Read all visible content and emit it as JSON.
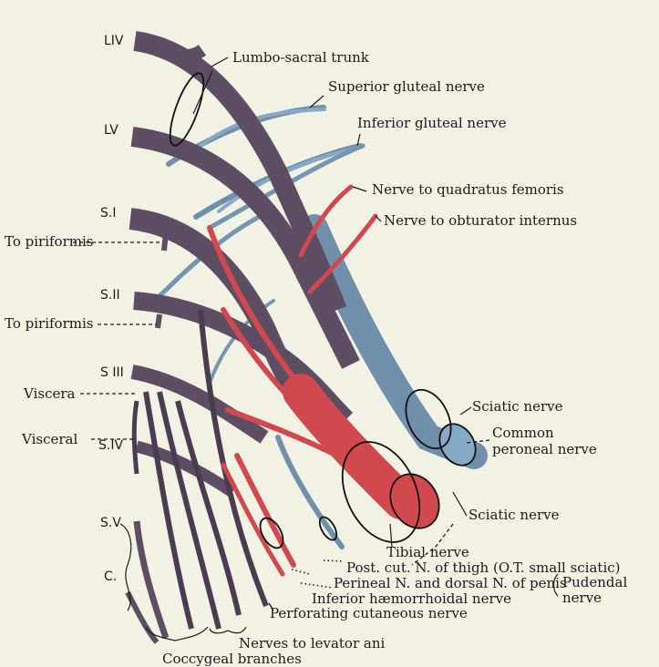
{
  "colors": {
    "background": "#f2f2e4",
    "trunk": "#5d4e63",
    "trunk_dark": "#4a3d52",
    "anterior_division": "#d1494f",
    "posterior_division": "#6f8fab",
    "posterior_light": "#86aac6"
  },
  "roots": {
    "l4": "LIV",
    "l5": "LV",
    "s1": "S.I",
    "s2": "S.II",
    "s3": "S III",
    "s4": "S.IV",
    "s5": "S.V",
    "c": "C."
  },
  "labels": {
    "lumbosacral_trunk": "Lumbo-sacral trunk",
    "superior_gluteal": "Superior gluteal nerve",
    "inferior_gluteal": "Inferior gluteal nerve",
    "quadratus_femoris": "Nerve to quadratus femoris",
    "obturator_internus": "Nerve to obturator internus",
    "to_piriformis_1": "To piriformis",
    "to_piriformis_2": "To piriformis",
    "viscera": "Viscera",
    "visceral": "Visceral",
    "sciatic_upper": "Sciatic nerve",
    "common_peroneal_1": "Common",
    "common_peroneal_2": "peroneal nerve",
    "sciatic_lower": "Sciatic nerve",
    "tibial": "Tibial nerve",
    "post_cut": "Post. cut. N. of thigh (O.T. small sciatic)",
    "perineal": "Perineal N. and dorsal N. of penis",
    "pudendal_1": "Pudendal",
    "pudendal_2": "nerve",
    "inferior_haemorrhoidal": "Inferior hæmorrhoidal nerve",
    "perforating_cutaneous": "Perforating cutaneous nerve",
    "levator_ani": "Nerves to levator ani",
    "coccygeal": "Coccygeal branches"
  }
}
